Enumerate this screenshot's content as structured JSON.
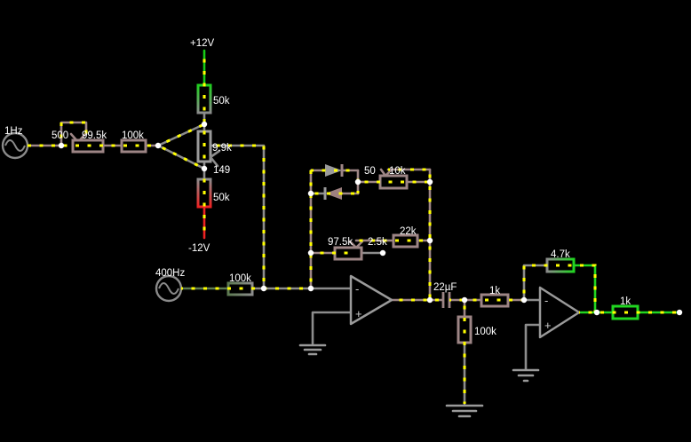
{
  "app": {
    "name": "circuit-simulator-canvas"
  },
  "colors": {
    "background": "#000000",
    "wire_neutral": "#8c8c8c",
    "wire_warm": "#9d8585",
    "wire_positive": "#21d521",
    "wire_supply_positive": "#17cc17",
    "wire_negative": "#ee2222",
    "wire_low_positive": "#5d7a52",
    "current_dot": "#ffff00",
    "terminal_post": "#ffffff",
    "label_text": "#ffffff"
  },
  "labels": {
    "source1_freq": "1Hz",
    "pot1_section_a": "500",
    "pot1_section_b": "99.5k",
    "r_input1": "100k",
    "supply_positive": "+12V",
    "r_pullup": "50k",
    "pot2_section_a": "9.9k",
    "pot2_section_b": "149",
    "r_pulldown": "50k",
    "supply_negative": "-12V",
    "source2_freq": "400Hz",
    "r_input2": "100k",
    "pot3_section_a": "50",
    "pot3_section_b": "10k",
    "pot4_section_a": "97.5k",
    "pot4_section_b": "2.5k",
    "r_feedback_22k": "22k",
    "cap_coupling": "22µF",
    "r_series_1k": "1k",
    "r_load_100k": "100k",
    "r_feedback_4_7k": "4.7k",
    "r_output_1k": "1k",
    "opamp_minus": "-",
    "opamp_plus": "+"
  }
}
